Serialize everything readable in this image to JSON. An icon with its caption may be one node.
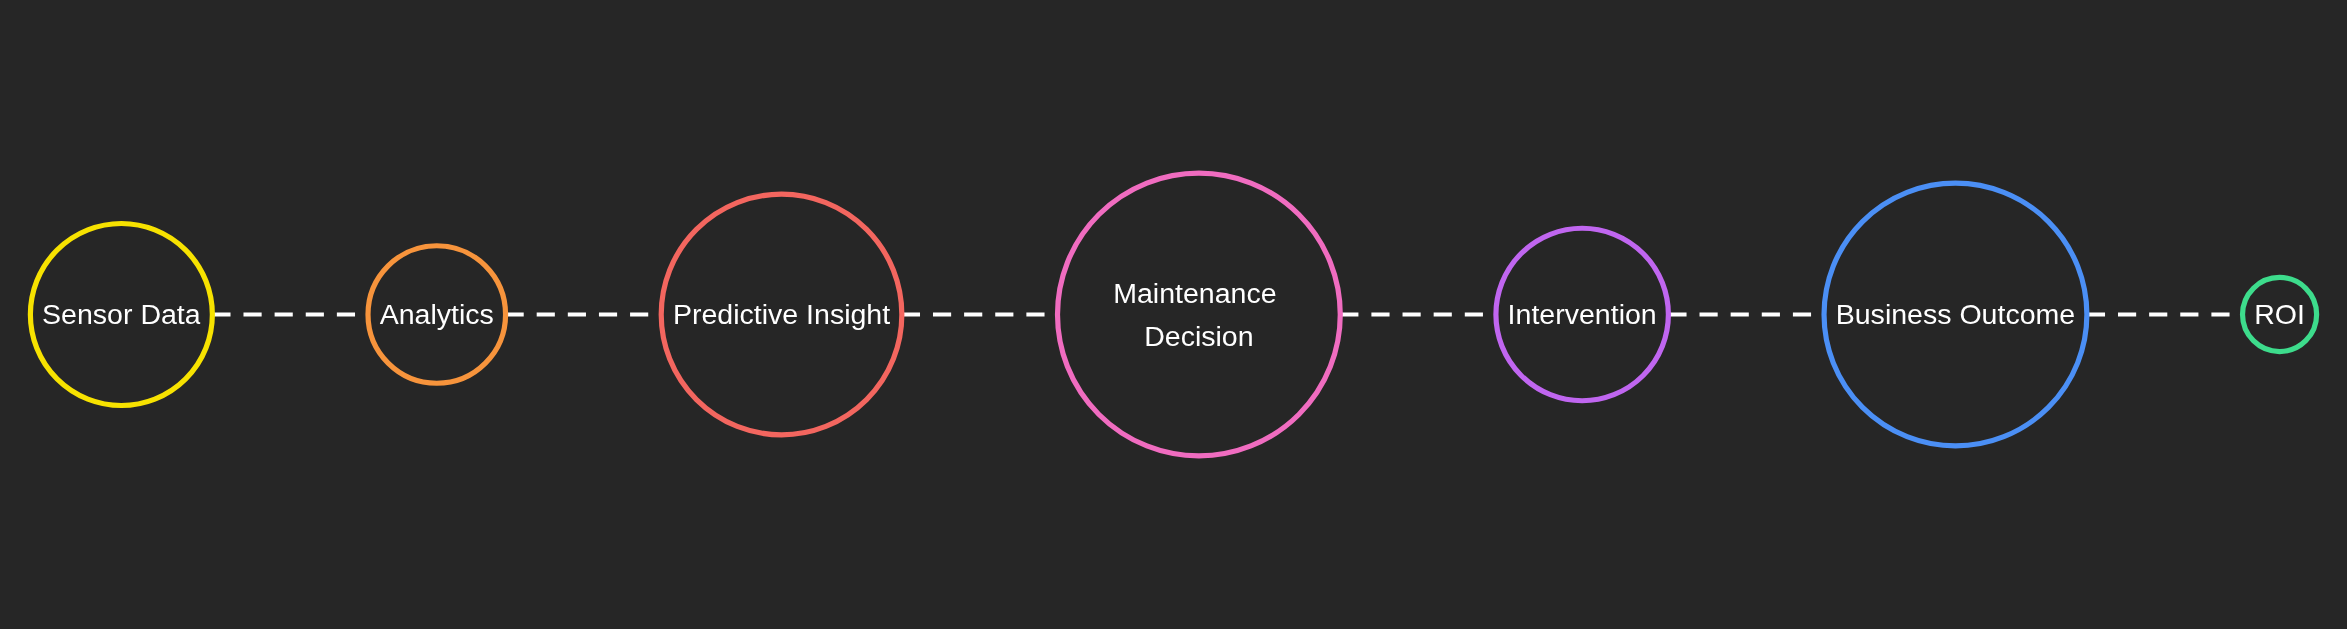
{
  "diagram": {
    "nodes": [
      {
        "text": [
          "Sensor Data"
        ]
      },
      {
        "text": [
          "Analytics"
        ]
      },
      {
        "text": [
          "Predictive Insight"
        ]
      },
      {
        "text": [
          "Maintenance Decision"
        ]
      },
      {
        "text": [
          "Intervention"
        ]
      },
      {
        "text": [
          "Business Outcome"
        ]
      },
      {
        "text": [
          "ROI"
        ]
      }
    ],
    "edges": [
      {
        "from": 0,
        "to": 1,
        "arrow": "none",
        "style": "dashed"
      },
      {
        "from": 1,
        "to": 2,
        "arrow": "none",
        "style": "dashed"
      },
      {
        "from": 2,
        "to": 3,
        "arrow": "none",
        "style": "dashed"
      },
      {
        "from": 3,
        "to": 4,
        "arrow": "none",
        "style": "dashed"
      },
      {
        "from": 4,
        "to": 5,
        "arrow": "none",
        "style": "dashed"
      },
      {
        "from": 5,
        "to": 6,
        "arrow": "none",
        "style": "dashed"
      }
    ]
  }
}
